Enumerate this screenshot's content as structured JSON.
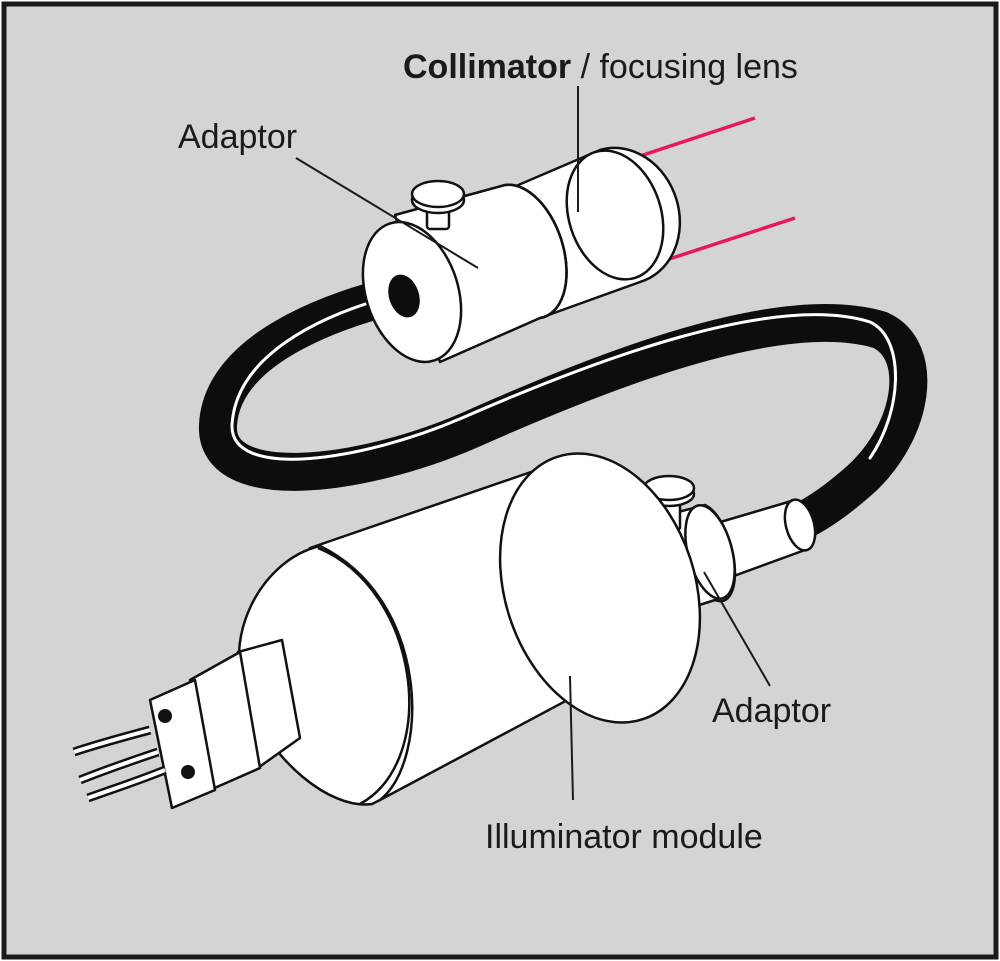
{
  "labels": {
    "collimator_bold": "Collimator",
    "collimator_rest": " / focusing lens",
    "adaptor_top": "Adaptor",
    "adaptor_bottom": "Adaptor",
    "illuminator": "Illuminator module"
  },
  "colors": {
    "background": "#d4d4d4",
    "frame": "#1a1a1a",
    "beam": "#e8175d",
    "cable": "#0d0d0d",
    "body": "#ffffff"
  }
}
